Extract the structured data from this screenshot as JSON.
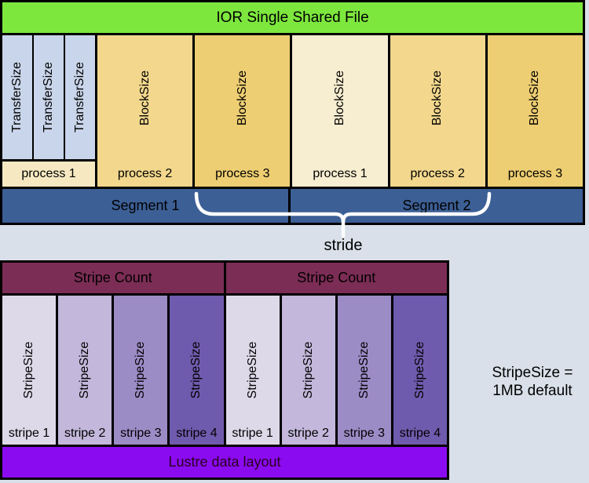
{
  "title": "IOR Single Shared File",
  "top_table": {
    "transfer_label": "TransferSize",
    "block_label": "BlockSize",
    "columns": [
      {
        "process": "process 1"
      },
      {
        "process": "process 2"
      },
      {
        "process": "process 3"
      },
      {
        "process": "process 1"
      },
      {
        "process": "process 2"
      },
      {
        "process": "process 3"
      }
    ],
    "segments": [
      "Segment 1",
      "Segment 2"
    ]
  },
  "stride_label": "stride",
  "stripe_table": {
    "headers": [
      "Stripe Count",
      "Stripe Count"
    ],
    "stripe_label": "StripeSize",
    "stripes": [
      "stripe 1",
      "stripe 2",
      "stripe 3",
      "stripe 4",
      "stripe 1",
      "stripe 2",
      "stripe 3",
      "stripe 4"
    ],
    "footer": "Lustre data layout"
  },
  "note": {
    "line1": "StripeSize =",
    "line2": "1MB default"
  },
  "colors": {
    "background": "#d9e0e9",
    "header_green": "#7de73e",
    "transfer_blue": "#c9d5ea",
    "process1_cream": "#f7edd0",
    "process2_gold": "#f2d78d",
    "process3_gold": "#eece72",
    "segment_blue": "#3c5f95",
    "stripe_count_maroon": "#7c2d55",
    "stripe_shades": [
      "#ded9e9",
      "#c3b8db",
      "#9c8cc6",
      "#6f5bad"
    ],
    "lustre_purple": "#8a0bf0",
    "brace_white": "#ffffff"
  }
}
